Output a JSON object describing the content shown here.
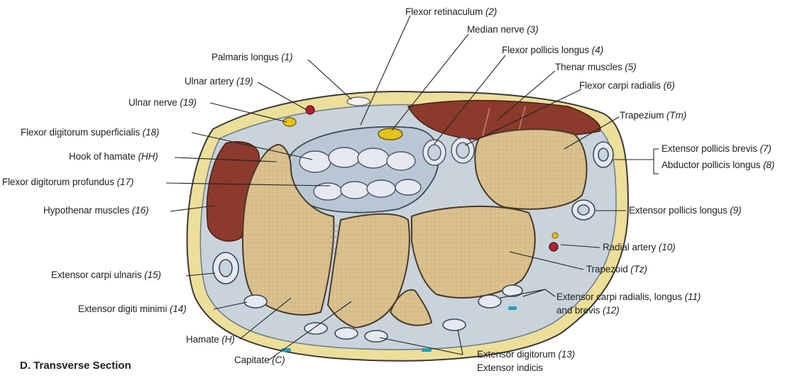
{
  "caption": "D. Transverse Section",
  "labels": {
    "flexor_retinaculum": {
      "name": "Flexor retinaculum",
      "num": "(2)"
    },
    "median_nerve": {
      "name": "Median nerve",
      "num": "(3)"
    },
    "palmaris_longus": {
      "name": "Palmaris longus",
      "num": "(1)"
    },
    "flexor_pollicis_longus": {
      "name": "Flexor pollicis longus",
      "num": "(4)"
    },
    "thenar_muscles": {
      "name": "Thenar muscles",
      "num": "(5)"
    },
    "ulnar_artery": {
      "name": "Ulnar artery",
      "num": "(19)"
    },
    "flexor_carpi_radialis": {
      "name": "Flexor carpi radialis",
      "num": "(6)"
    },
    "ulnar_nerve": {
      "name": "Ulnar nerve",
      "num": "(19)"
    },
    "trapezium": {
      "name": "Trapezium",
      "num": "(Tm)"
    },
    "flexor_digitorum_superficialis": {
      "name": "Flexor digitorum superficialis",
      "num": "(18)"
    },
    "extensor_pollicis_brevis": {
      "name": "Extensor pollicis brevis",
      "num": "(7)"
    },
    "hook_of_hamate": {
      "name": "Hook of hamate",
      "num": "(HH)"
    },
    "abductor_pollicis_longus": {
      "name": "Abductor pollicis longus",
      "num": "(8)"
    },
    "flexor_digitorum_profundus": {
      "name": "Flexor digitorum profundus",
      "num": "(17)"
    },
    "hypothenar_muscles": {
      "name": "Hypothenar muscles",
      "num": "(16)"
    },
    "extensor_pollicis_longus": {
      "name": "Extensor pollicis longus",
      "num": "(9)"
    },
    "radial_artery": {
      "name": "Radial artery",
      "num": "(10)"
    },
    "trapezoid": {
      "name": "Trapezoid",
      "num": "(Tz)"
    },
    "extensor_carpi_ulnaris": {
      "name": "Extensor carpi ulnaris",
      "num": "(15)"
    },
    "extensor_carpi_radialis_l1": {
      "name": "Extensor carpi radialis, longus",
      "num": "(11)"
    },
    "extensor_carpi_radialis_l2": {
      "name": "and brevis",
      "num": "(12)"
    },
    "extensor_digiti_minimi": {
      "name": "Extensor digiti minimi",
      "num": "(14)"
    },
    "hamate": {
      "name": "Hamate",
      "num": "(H)"
    },
    "extensor_digitorum": {
      "name": "Extensor digitorum",
      "num": "(13)"
    },
    "capitate": {
      "name": "Capitate",
      "num": "(C)"
    },
    "extensor_indicis": {
      "name": "Extensor indicis",
      "num": ""
    }
  },
  "colors": {
    "bone": "#d8bf8c",
    "bone_edge": "#5a4a3a",
    "fat": "#ecdf9a",
    "fascia": "#b9c7d4",
    "muscle": "#8b3a2c",
    "tendon": "#e6e9f2",
    "nerve": "#e6c31a",
    "artery": "#b02030",
    "vessel_blue": "#2a9ab8"
  }
}
